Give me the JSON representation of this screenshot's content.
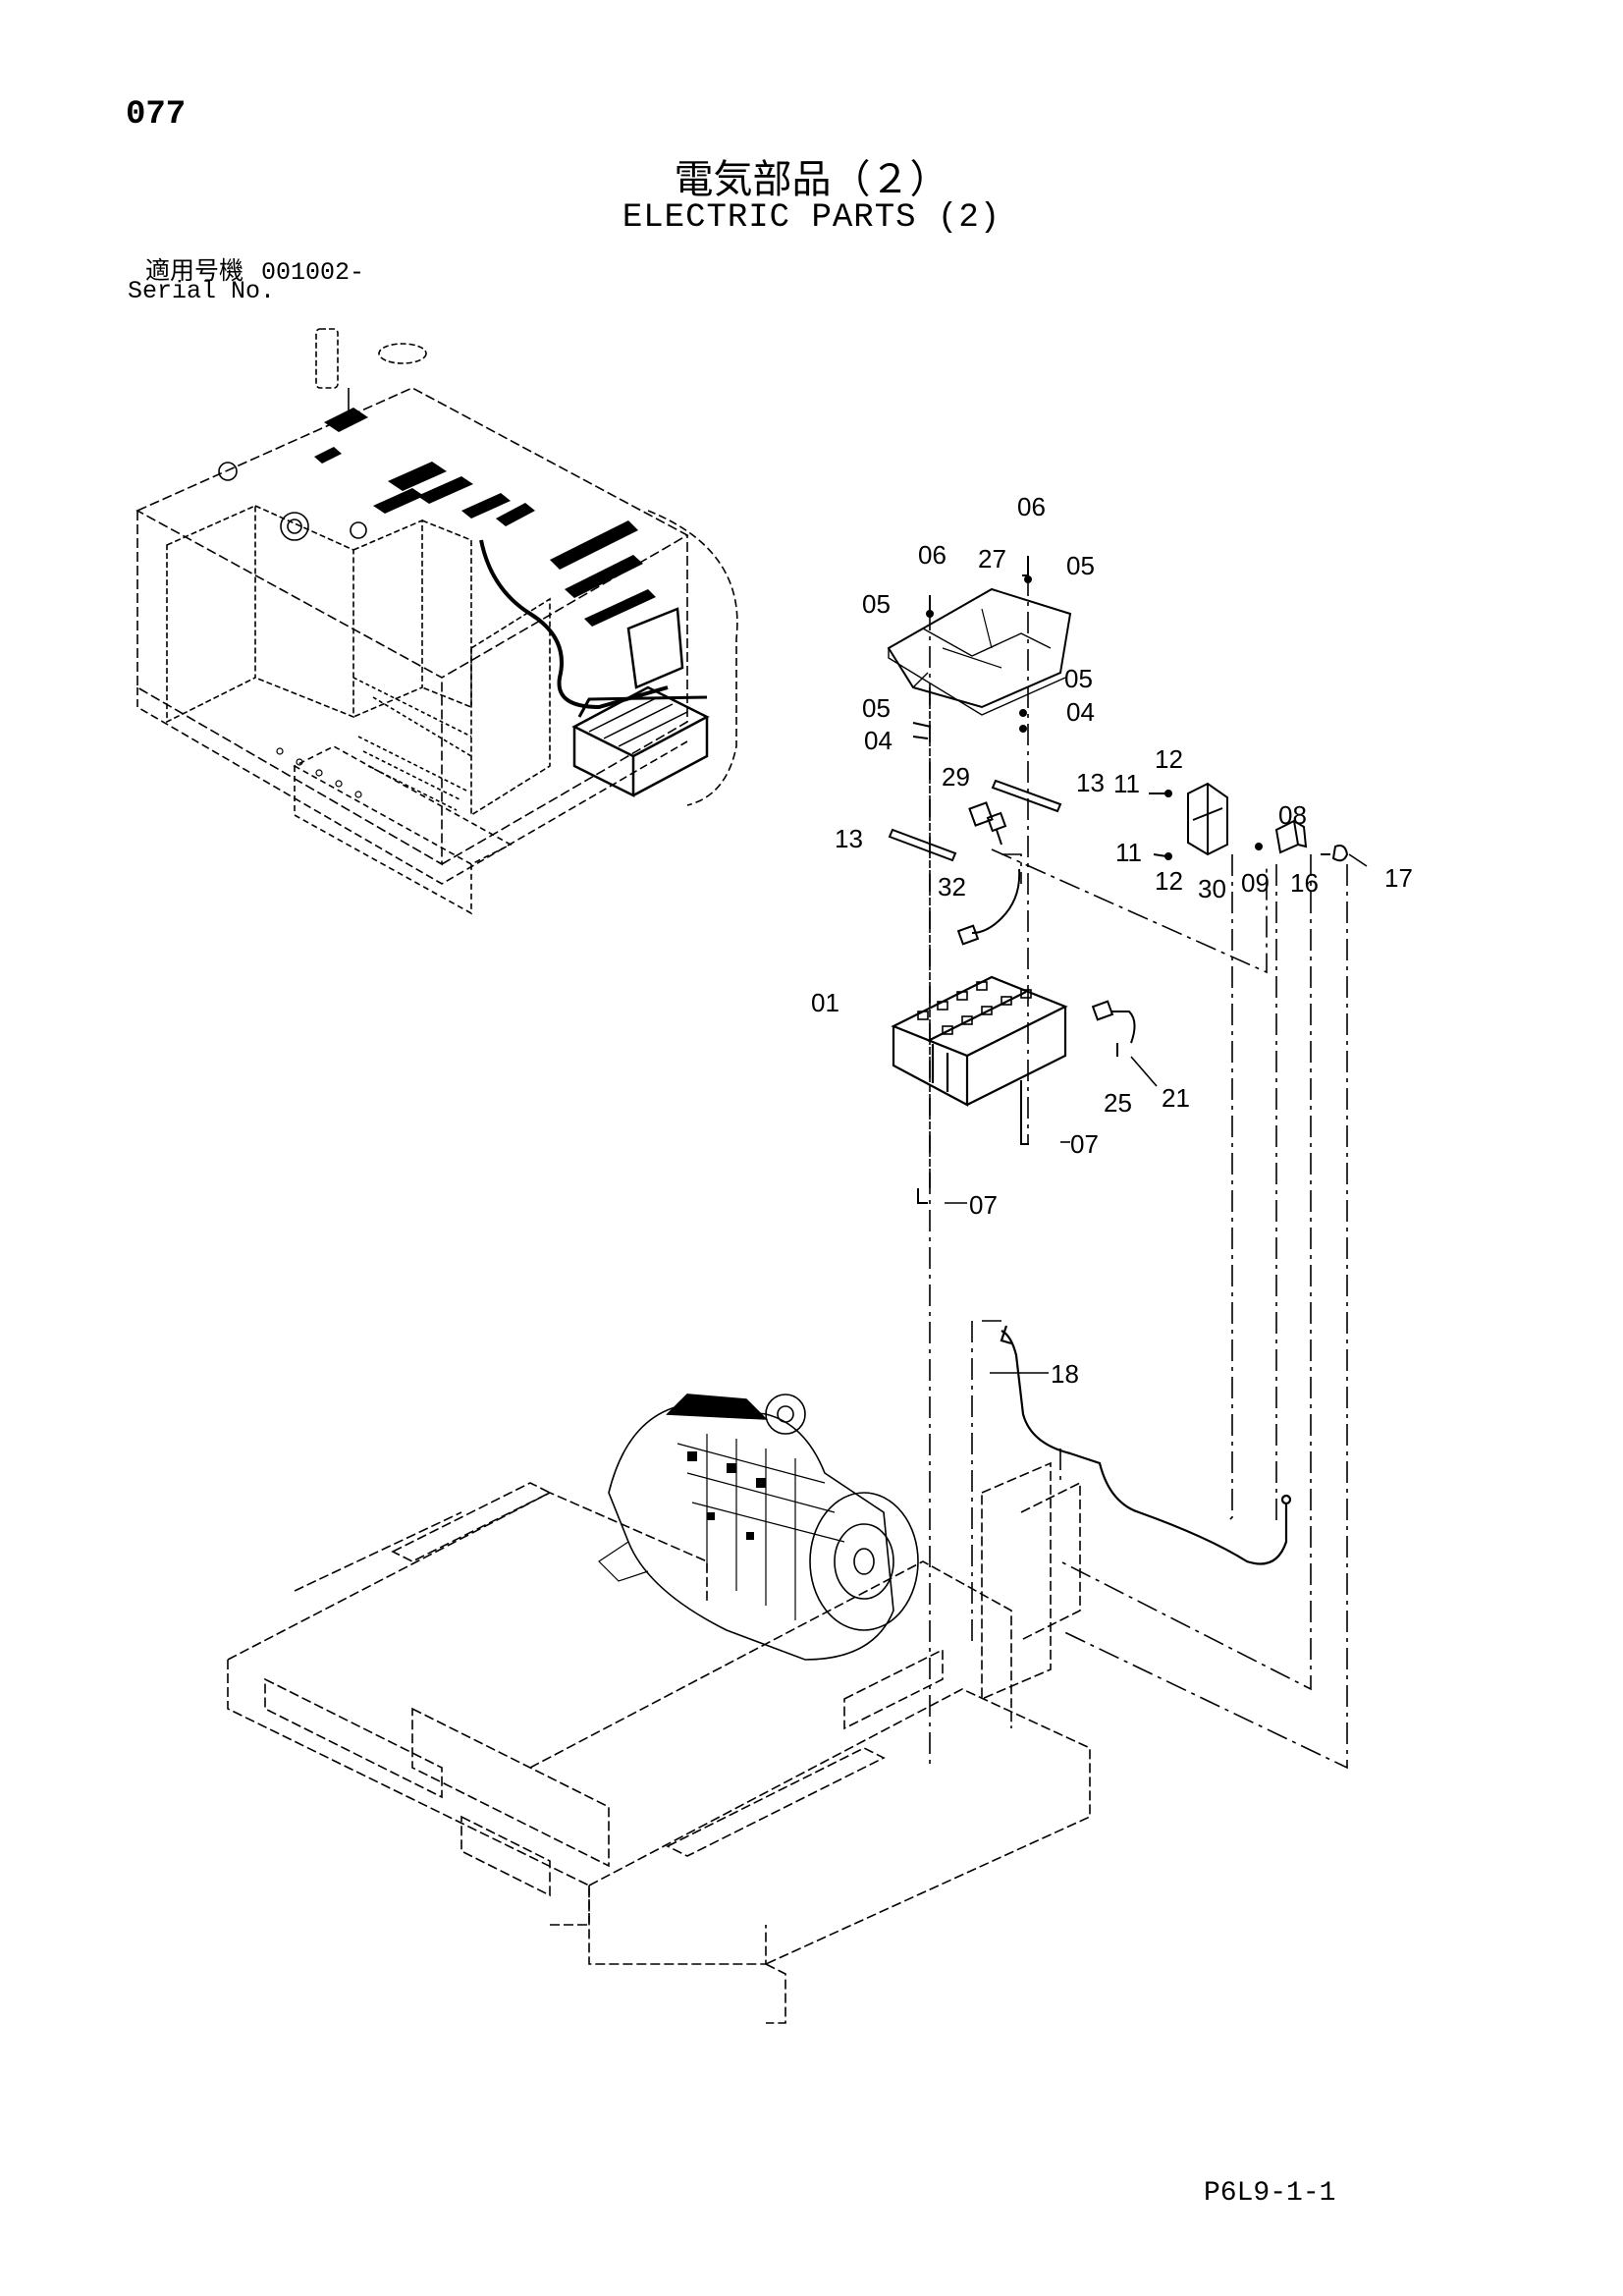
{
  "page_number": "077",
  "title_jp": "電気部品（２）",
  "title_en": "ELECTRIC PARTS (2)",
  "serial": {
    "label_jp": "適用号機",
    "range": "001002-",
    "label_en": "Serial No."
  },
  "footer_code": "P6L9-1-1",
  "callouts": {
    "c06a": "06",
    "c06b": "06",
    "c27": "27",
    "c05a": "05",
    "c05b": "05",
    "c05c": "05",
    "c05d": "05",
    "c04a": "04",
    "c04b": "04",
    "c29": "29",
    "c13a": "13",
    "c13b": "13",
    "c11a": "11",
    "c11b": "11",
    "c12a": "12",
    "c12b": "12",
    "c08": "08",
    "c30": "30",
    "c09": "09",
    "c16": "16",
    "c17": "17",
    "c32": "32",
    "c01": "01",
    "c25": "25",
    "c21": "21",
    "c07a": "07",
    "c07b": "07",
    "c18": "18"
  }
}
